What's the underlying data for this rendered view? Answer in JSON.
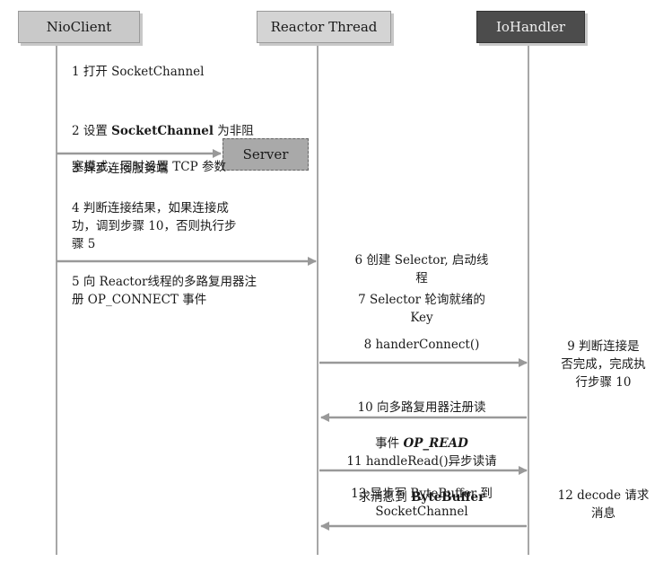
{
  "actors": {
    "nioclient": "NioClient",
    "reactor": "Reactor Thread",
    "iohandler": "IoHandler",
    "server": "Server"
  },
  "steps": {
    "s1": "1  打开  SocketChannel",
    "s2_pre": "2  设置 ",
    "s2_bold": "SocketChannel",
    "s2_post": " 为非阻",
    "s2_line2": "塞模式，同时设置 TCP 参数",
    "s3": "3  异步连接服务端",
    "s4": "4  判断连接结果，如果连接成\n功，调到步骤  10，否则执行步\n骤 5",
    "s5": "5  向 Reactor线程的多路复用器注\n册 OP_CONNECT 事件",
    "s6": "6  创建 Selector, 启动线\n程",
    "s7": "7 Selector 轮询就绪的\nKey",
    "s8": "8 handerConnect()",
    "s9": "9  判断连接是\n否完成，完成执\n行步骤 10",
    "s10_line1": "10  向多路复用器注册读",
    "s10_pre": "事件 ",
    "s10_bold": "OP_READ",
    "s11_line1": "11 handleRead()异步读请",
    "s11_pre": "求消息到 ",
    "s11_bold": "ByteBuffer",
    "s12": "12 decode  请求\n消息",
    "s13": "13  异步写  ByteBuffer 到\nSocketChannel"
  }
}
